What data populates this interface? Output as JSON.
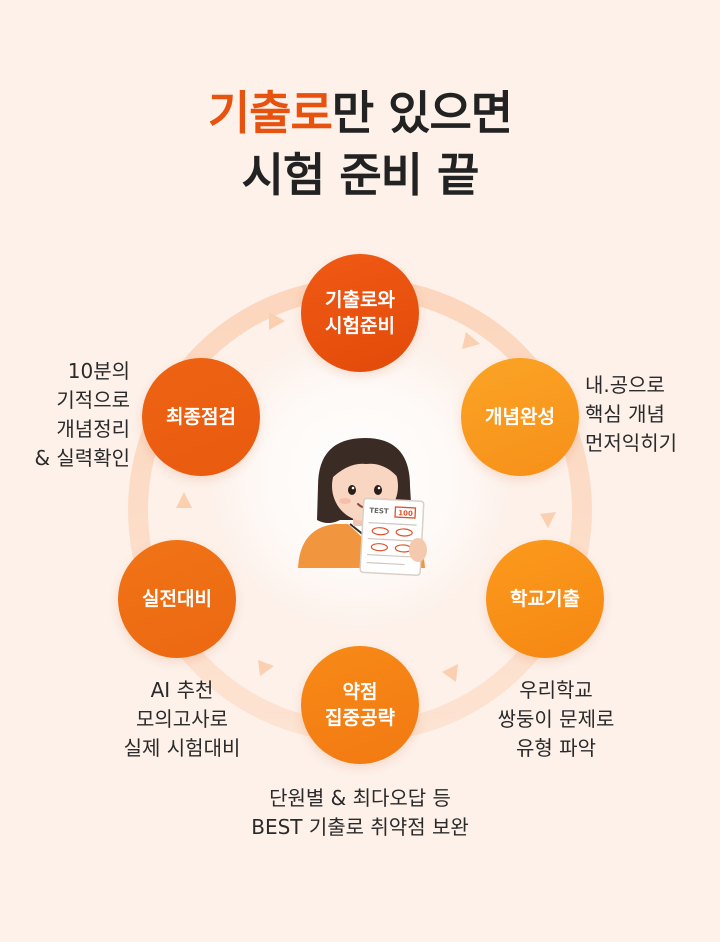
{
  "headline": {
    "line1_accent": "기출로",
    "line1_rest": "만 있으면",
    "line2": "시험 준비 끝"
  },
  "colors": {
    "background": "#fdf1ea",
    "accent": "#e8520f",
    "ring": "#fbdcc6",
    "node_dark": "#e8510e",
    "node_mid": "#ef6a12",
    "node_light": "#f99a1e"
  },
  "steps": [
    {
      "id": "step1",
      "lines": [
        "기출로와",
        "시험준비"
      ]
    },
    {
      "id": "step2",
      "lines": [
        "개념완성"
      ]
    },
    {
      "id": "step3",
      "lines": [
        "학교기출"
      ]
    },
    {
      "id": "step4",
      "lines": [
        "약점",
        "집중공략"
      ]
    },
    {
      "id": "step5",
      "lines": [
        "실전대비"
      ]
    },
    {
      "id": "step6",
      "lines": [
        "최종점검"
      ]
    }
  ],
  "descriptions": {
    "step2": [
      "내.공으로",
      "핵심 개념",
      "먼저익히기"
    ],
    "step3": [
      "우리학교",
      "쌍둥이 문제로",
      "유형 파악"
    ],
    "step4": [
      "단원별 & 최다오답 등",
      "BEST 기출로 취약점 보완"
    ],
    "step5": [
      "AI 추천",
      "모의고사로",
      "실제 시험대비"
    ],
    "step6": [
      "10분의",
      "기적으로",
      "개념정리",
      "& 실력확인"
    ]
  },
  "test_paper": {
    "label": "TEST",
    "score": "100"
  }
}
